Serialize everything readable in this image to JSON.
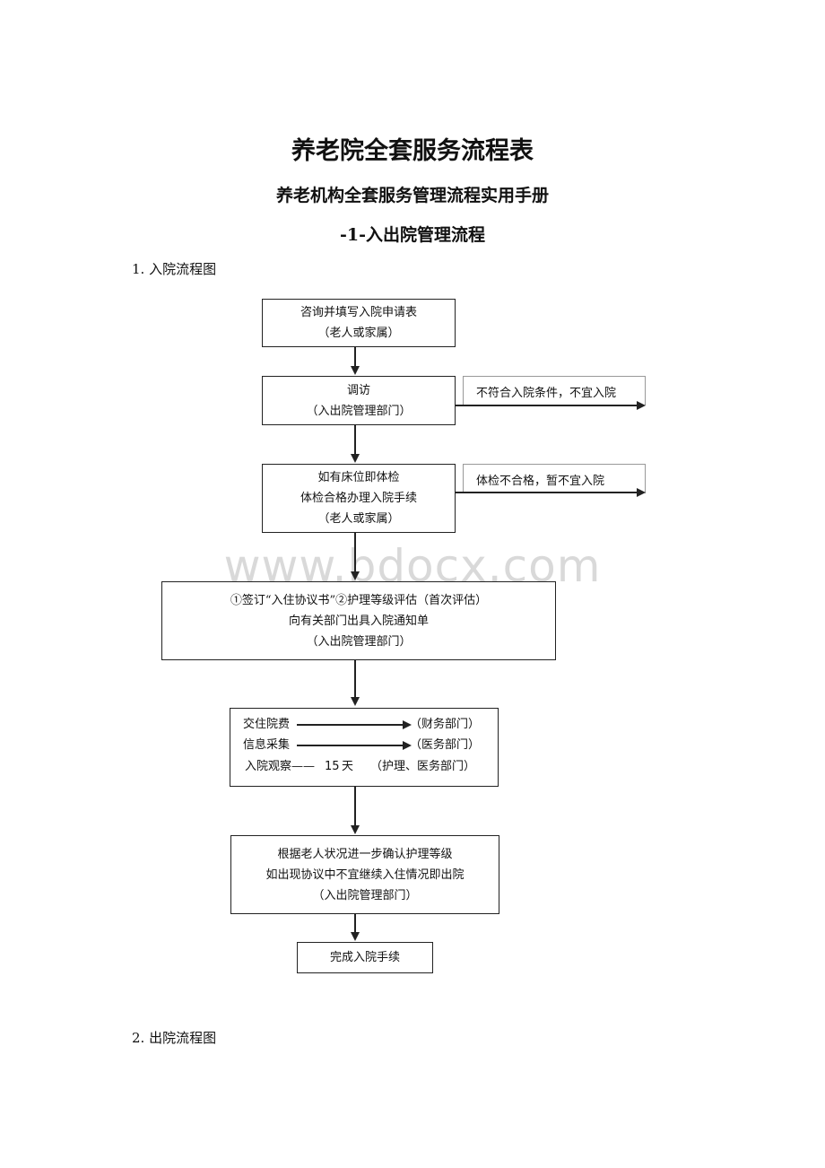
{
  "title": "养老院全套服务流程表",
  "subtitle": "养老机构全套服务管理流程实用手册",
  "section_title": "-1-入出院管理流程",
  "watermark": "www.bdocx.com",
  "sections": {
    "admission": "1. 入院流程图",
    "discharge": "2. 出院流程图"
  },
  "flow": {
    "step1": [
      "咨询并填写入院申请表",
      "（老人或家属）"
    ],
    "step2": [
      "调访",
      "（入出院管理部门）"
    ],
    "step2_side": "不符合入院条件，不宜入院",
    "step3": [
      "如有床位即体检",
      "体检合格办理入院手续",
      "（老人或家属）"
    ],
    "step3_side": "体检不合格，暂不宜入院",
    "step4": [
      "①签订“入住协议书”②护理等级评估（首次评估）",
      "向有关部门出具入院通知单",
      "（入出院管理部门）"
    ],
    "step5": {
      "fee_label": "交住院费",
      "fee_dept": "（财务部门）",
      "info_label": "信息采集",
      "info_dept": "（医务部门）",
      "obs_label": "入院观察——",
      "obs_days": "15",
      "obs_unit": "天",
      "obs_dept": "（护理、医务部门）"
    },
    "step6": [
      "根据老人状况进一步确认护理等级",
      "如出现协议中不宜继续入住情况即出院",
      "（入出院管理部门）"
    ],
    "step7": "完成入院手续"
  }
}
